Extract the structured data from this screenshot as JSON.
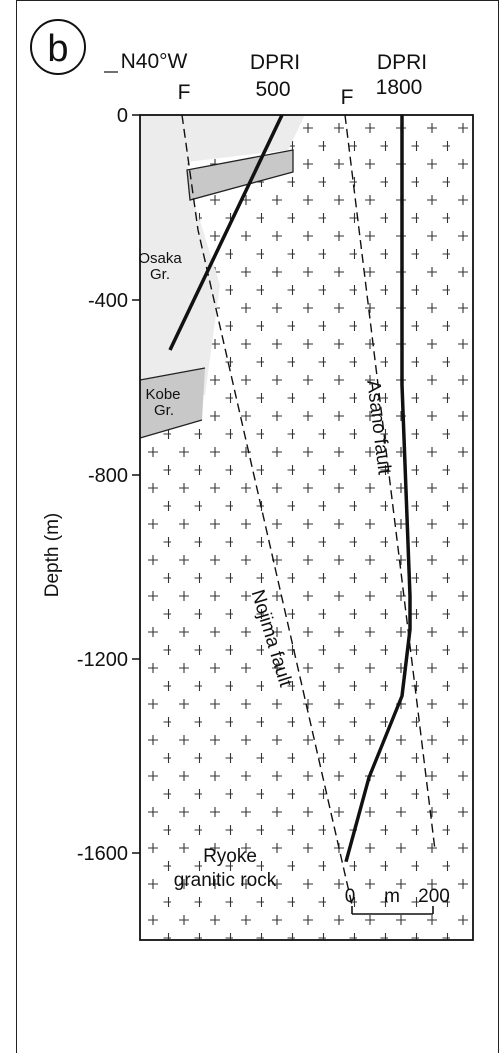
{
  "panel_label": "b",
  "header": {
    "orientation": "N40°W",
    "fault_marks": [
      "F",
      "F"
    ],
    "boreholes": [
      {
        "line1": "DPRI",
        "line2": "500"
      },
      {
        "line1": "DPRI",
        "line2": "1800"
      }
    ]
  },
  "axis": {
    "ylabel": "Depth (m)",
    "ticks": [
      {
        "label": "0",
        "value": 0
      },
      {
        "label": "-400",
        "value": -400
      },
      {
        "label": "-800",
        "value": -800
      },
      {
        "label": "-1200",
        "value": -1200
      },
      {
        "label": "-1600",
        "value": -1600
      }
    ]
  },
  "units": {
    "osaka": {
      "line1": "Osaka",
      "line2": "Gr."
    },
    "kobe": {
      "line1": "Kobe",
      "line2": "Gr."
    },
    "ryoke": {
      "line1": "Ryoke",
      "line2": "granitic rock"
    }
  },
  "faults": {
    "nojima": "Nojima fault",
    "asano": "Asano fault"
  },
  "scale_bar": {
    "start": "0",
    "unit": "m",
    "end": "200"
  },
  "colors": {
    "sediment_light": "#ececec",
    "sediment_dark": "#c8c8c8",
    "line": "#111111"
  }
}
